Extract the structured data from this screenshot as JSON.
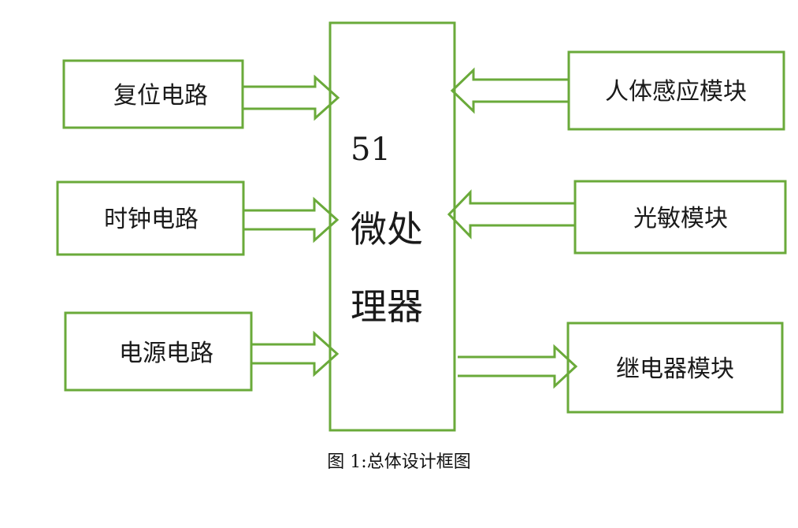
{
  "colors": {
    "stroke": "#6aaa3a",
    "text": "#1a1a1a"
  },
  "processor": {
    "line1": "51",
    "line2": "微处",
    "line3": "理器"
  },
  "left_modules": {
    "reset": "复位电路",
    "clock": "时钟电路",
    "power": "电源电路"
  },
  "right_modules": {
    "human_sensor": "人体感应模块",
    "light_sensor": "光敏模块",
    "relay": "继电器模块"
  },
  "caption": "图 1:总体设计框图"
}
